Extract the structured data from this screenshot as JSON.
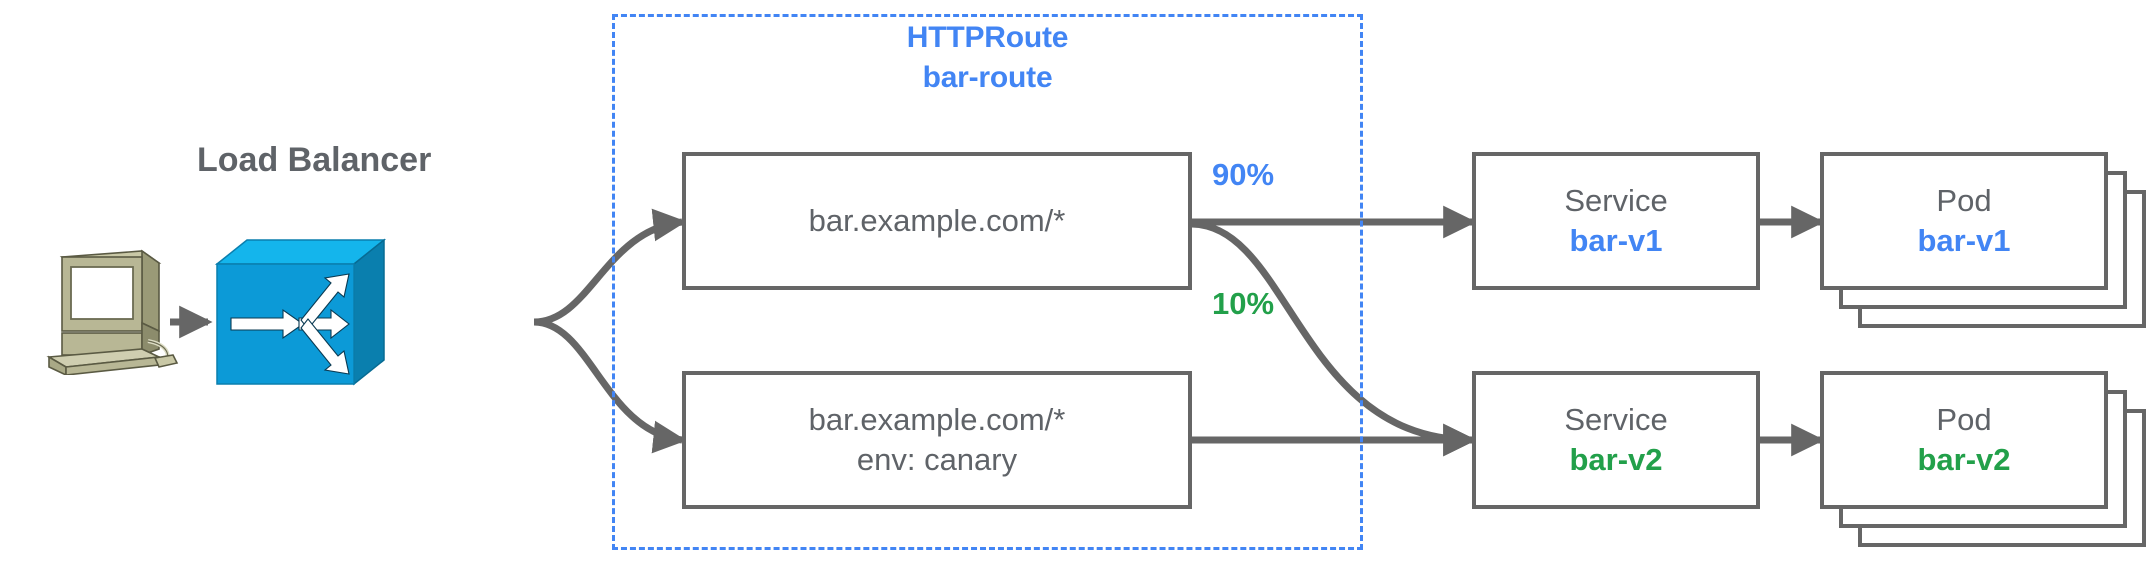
{
  "diagram": {
    "title_visible": false,
    "colors": {
      "accent_blue": "#4285f4",
      "accent_green": "#22a04a",
      "stroke_gray": "#666666",
      "text_gray": "#5f6368",
      "lb_blue": "#0c9ad7",
      "workstation_khaki": "#b5b48a"
    }
  },
  "client": {
    "icon": "workstation-icon",
    "label": ""
  },
  "load_balancer": {
    "label": "Load Balancer",
    "icon": "load-balancer-switch-icon"
  },
  "httproute": {
    "kind_label": "HTTPRoute",
    "name_label": "bar-route",
    "rules": [
      {
        "id": "rule-1",
        "lines": [
          "bar.example.com/*"
        ],
        "weight_label": "90%",
        "weight_color": "#4285f4",
        "secondary_weight_label": "10%",
        "secondary_weight_color": "#22a04a"
      },
      {
        "id": "rule-2",
        "lines": [
          "bar.example.com/*",
          "env: canary"
        ]
      }
    ]
  },
  "backends": [
    {
      "id": "backend-v1",
      "service": {
        "kind_label": "Service",
        "name_label": "bar-v1",
        "name_color": "#4285f4"
      },
      "pod": {
        "kind_label": "Pod",
        "name_label": "bar-v1",
        "name_color": "#4285f4",
        "replica_count": 3
      }
    },
    {
      "id": "backend-v2",
      "service": {
        "kind_label": "Service",
        "name_label": "bar-v2",
        "name_color": "#22a04a"
      },
      "pod": {
        "kind_label": "Pod",
        "name_label": "bar-v2",
        "name_color": "#22a04a",
        "replica_count": 3
      }
    }
  ]
}
